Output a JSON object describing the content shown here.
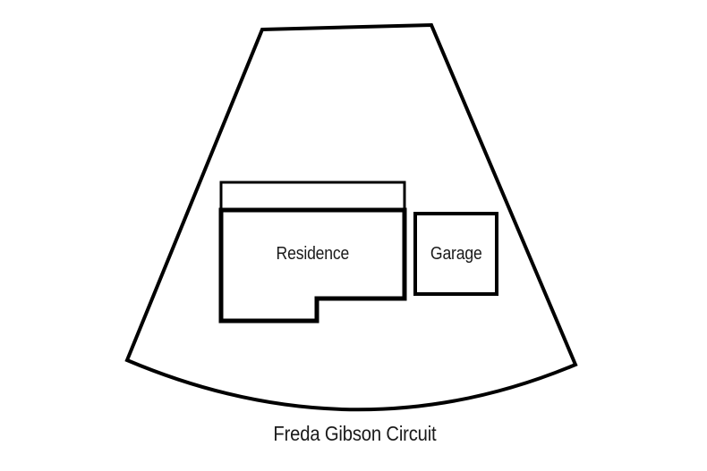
{
  "site_plan": {
    "street": {
      "label": "Freda Gibson Circuit"
    },
    "buildings": [
      {
        "id": "residence",
        "label": "Residence"
      },
      {
        "id": "garage",
        "label": "Garage"
      }
    ],
    "colors": {
      "outline": "#000000",
      "text": "#1a1a1a",
      "background": "#ffffff"
    }
  }
}
